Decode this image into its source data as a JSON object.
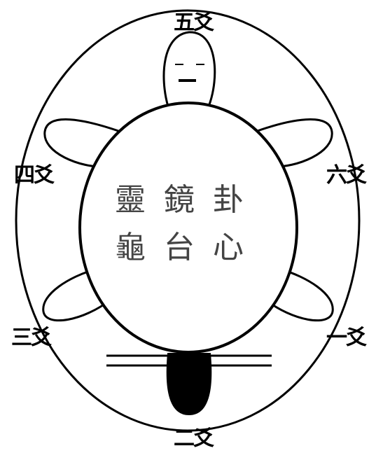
{
  "center": {
    "line1": "靈鏡卦",
    "line2": "龜台心"
  },
  "labels": {
    "top": "五爻",
    "upper_left": "四爻",
    "upper_right": "六爻",
    "lower_left": "三爻",
    "lower_right": "一爻",
    "bottom": "二爻"
  },
  "colors": {
    "stroke": "#000000",
    "text_center": "#444444",
    "background": "#ffffff"
  }
}
